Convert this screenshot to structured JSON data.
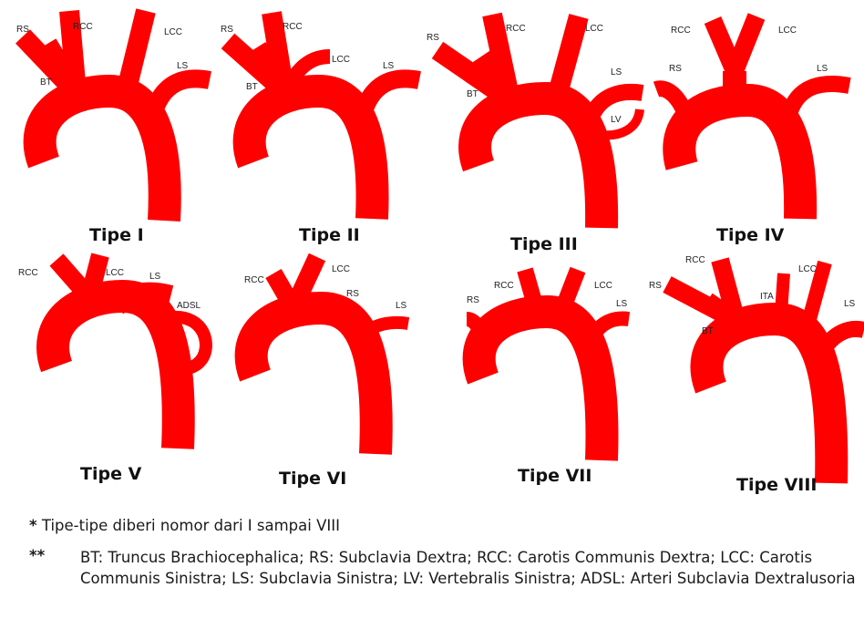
{
  "color_vessel": "#ff0000",
  "types": [
    {
      "title": "Tipe I",
      "labels": [
        "RS",
        "RCC",
        "LCC",
        "LS",
        "BT"
      ]
    },
    {
      "title": "Tipe II",
      "labels": [
        "RS",
        "RCC",
        "LCC",
        "LS",
        "BT"
      ]
    },
    {
      "title": "Tipe III",
      "labels": [
        "RS",
        "RCC",
        "LCC",
        "LS",
        "LV",
        "BT"
      ]
    },
    {
      "title": "Tipe IV",
      "labels": [
        "RCC",
        "LCC",
        "RS",
        "LS"
      ]
    },
    {
      "title": "Tipe V",
      "labels": [
        "RCC",
        "LCC",
        "LS",
        "ADSL"
      ]
    },
    {
      "title": "Tipe VI",
      "labels": [
        "RCC",
        "LCC",
        "RS",
        "LS"
      ]
    },
    {
      "title": "Tipe VII",
      "labels": [
        "RCC",
        "LCC",
        "RS",
        "LS"
      ]
    },
    {
      "title": "Tipe VIII",
      "labels": [
        "RS",
        "RCC",
        "LCC",
        "ITA",
        "LS",
        "BT"
      ]
    }
  ],
  "footnotes": {
    "note1_marker": "*",
    "note1": "Tipe-tipe diberi nomor dari I sampai VIII",
    "note2_marker": "**",
    "note2": "BT: Truncus Brachiocephalica; RS: Subclavia Dextra; RCC: Carotis Communis Dextra; LCC: Carotis Communis Sinistra; LS: Subclavia Sinistra; LV: Vertebralis Sinistra; ADSL: Arteri Subclavia Dextralusoria"
  }
}
